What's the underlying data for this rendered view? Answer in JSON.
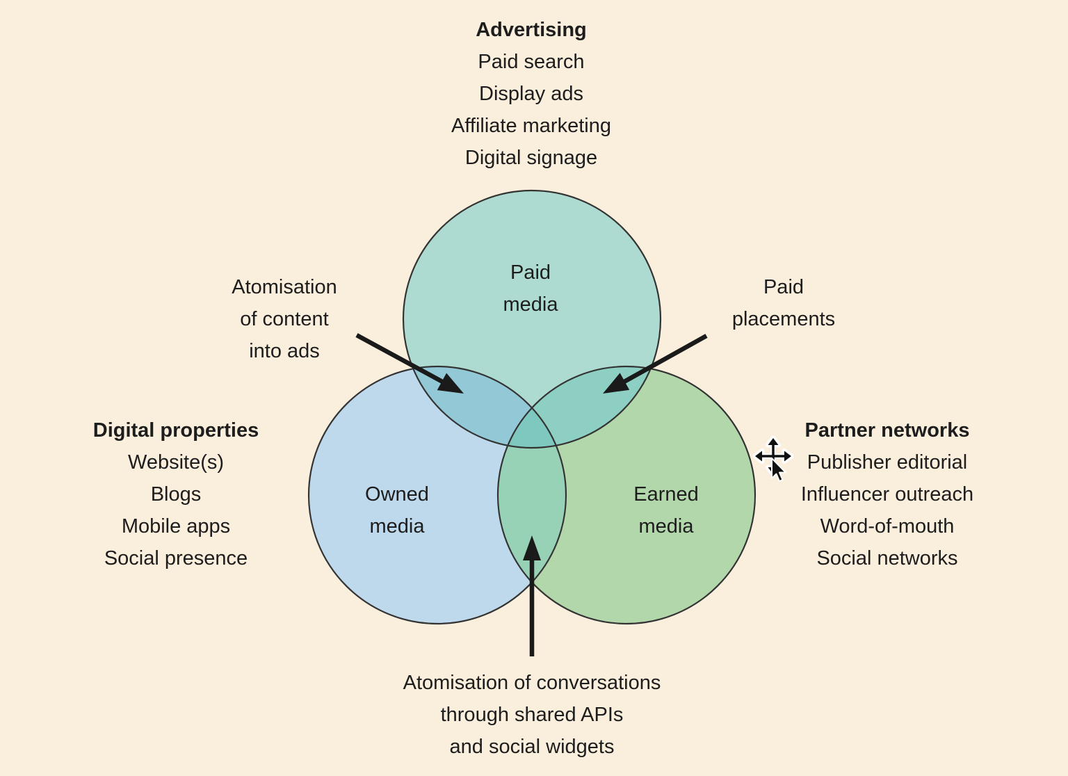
{
  "page": {
    "background_color": "#faeedc",
    "text_color": "#1d1d1d",
    "arrow_color": "#1a1a1a"
  },
  "venn": {
    "outline_color": "#333333",
    "circles": [
      {
        "name": "Paid media",
        "label_lines": [
          "Paid",
          "media"
        ],
        "fill": "#aedbd1"
      },
      {
        "name": "Owned media",
        "label_lines": [
          "Owned",
          "media"
        ],
        "fill": "#bed8ec"
      },
      {
        "name": "Earned media",
        "label_lines": [
          "Earned",
          "media"
        ],
        "fill": "#b2d7ab"
      }
    ],
    "overlaps": {
      "paid_owned": "#93c9d6",
      "paid_earned": "#8dd0c3",
      "owned_earned": "#97d2b7",
      "center": "#7fc8bf"
    }
  },
  "annotations": {
    "advertising": {
      "title": "Advertising",
      "items": [
        "Paid search",
        "Display ads",
        "Affiliate marketing",
        "Digital signage"
      ]
    },
    "digital_properties": {
      "title": "Digital properties",
      "items": [
        "Website(s)",
        "Blogs",
        "Mobile apps",
        "Social presence"
      ]
    },
    "partner_networks": {
      "title": "Partner networks",
      "items": [
        "Publisher editorial",
        "Influencer outreach",
        "Word-of-mouth",
        "Social networks"
      ]
    },
    "atomisation_ads": {
      "lines": [
        "Atomisation",
        "of content",
        "into ads"
      ]
    },
    "paid_placements": {
      "lines": [
        "Paid",
        "placements"
      ]
    },
    "atomisation_conversations": {
      "lines": [
        "Atomisation of conversations",
        "through shared APIs",
        "and social widgets"
      ]
    }
  },
  "cursor": {
    "name": "move-cursor"
  }
}
